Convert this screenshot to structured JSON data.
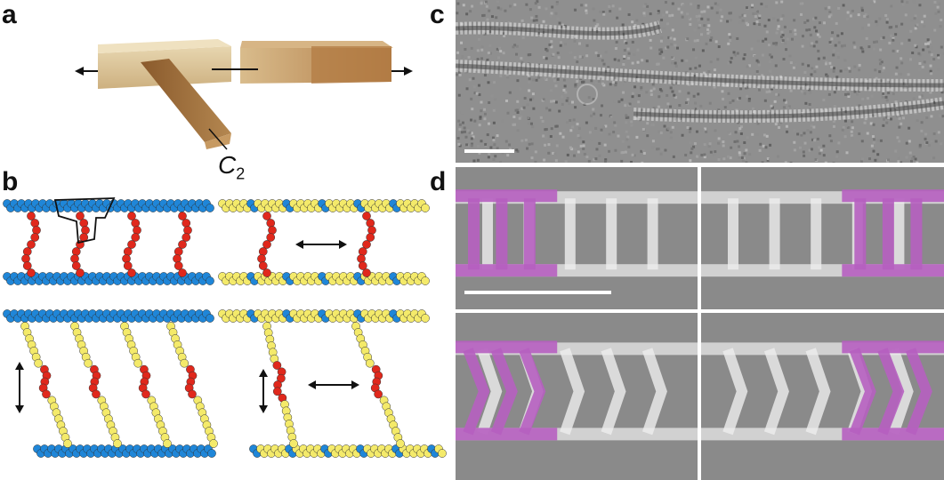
{
  "figure": {
    "panels": {
      "a": {
        "label": "a",
        "axis_label": "C",
        "axis_subscript": "2"
      },
      "b": {
        "label": "b"
      },
      "c": {
        "label": "c"
      },
      "d": {
        "label": "d"
      }
    }
  },
  "colors": {
    "blue_bead": "#1f86d8",
    "red_bead": "#e0281c",
    "yellow_bead": "#f4ea6a",
    "purple_model": "#b65fc0",
    "em_gray": "#8c8c8c",
    "wood_light": "#d9c39a",
    "wood_dark": "#a5723e"
  },
  "icons": {
    "double_arrow": "double-arrow-icon",
    "outline_fragment": "outline-fragment-icon"
  }
}
